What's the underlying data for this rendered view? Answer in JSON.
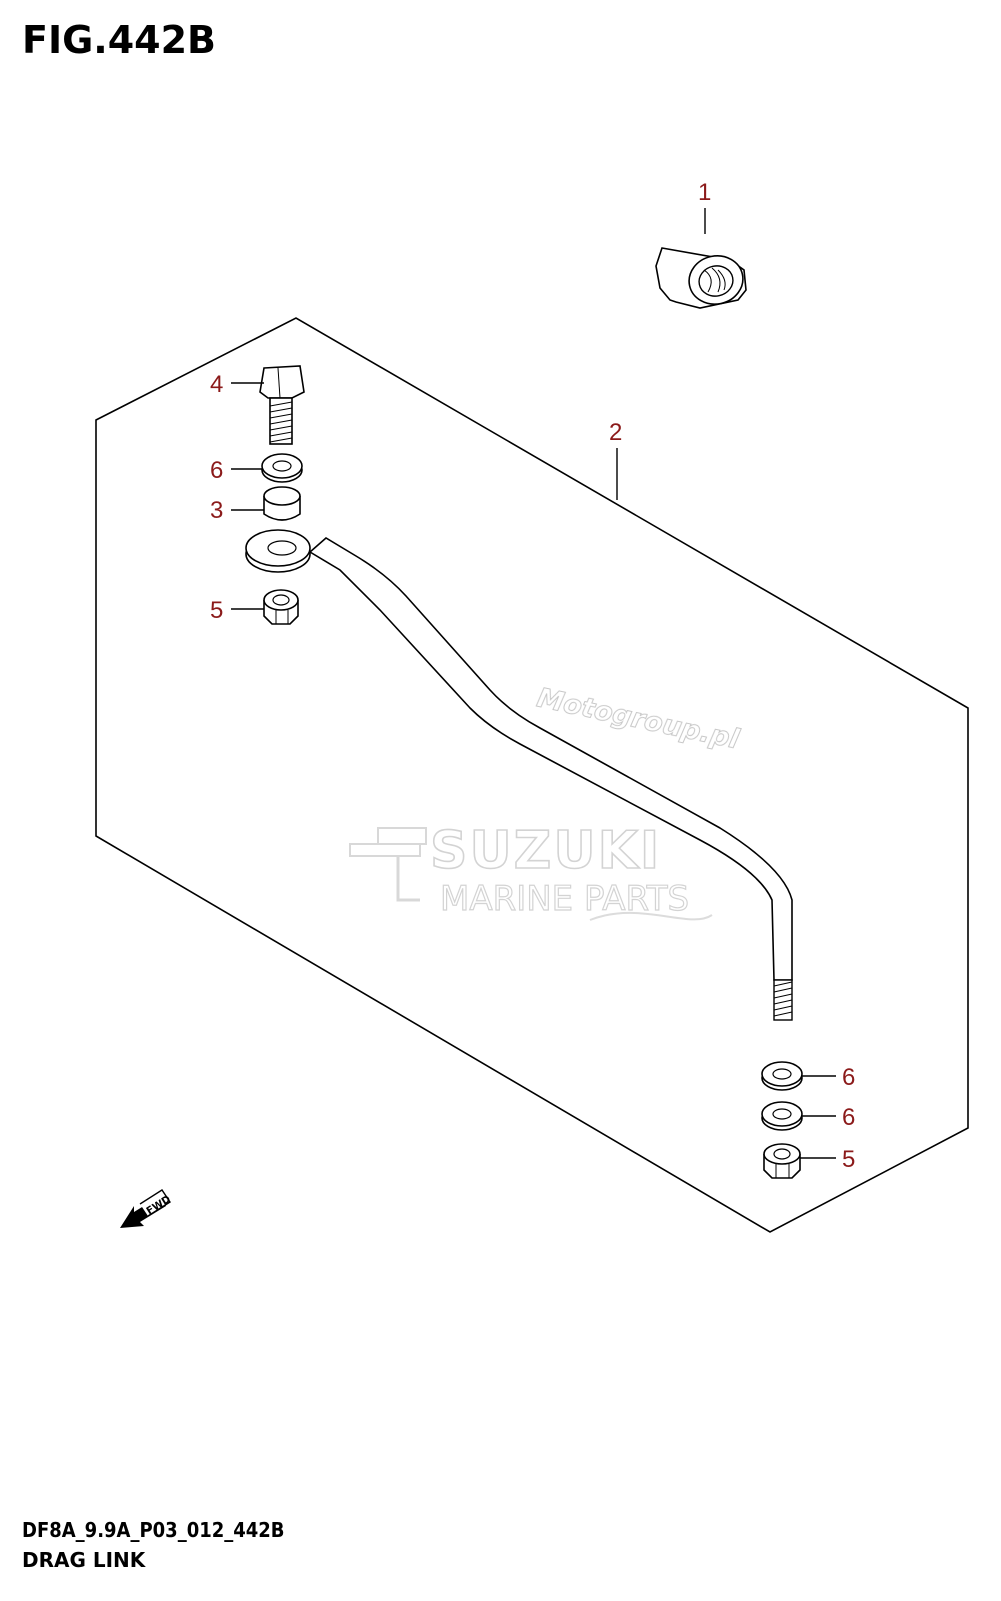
{
  "figure": {
    "title": "FIG.442B",
    "code": "DF8A_9.9A_P03_012_442B",
    "name": "DRAG LINK"
  },
  "callouts": [
    {
      "id": "1",
      "label": "1"
    },
    {
      "id": "2",
      "label": "2"
    },
    {
      "id": "3",
      "label": "3"
    },
    {
      "id": "4",
      "label": "4"
    },
    {
      "id": "5a",
      "label": "5"
    },
    {
      "id": "6a",
      "label": "6"
    },
    {
      "id": "6b",
      "label": "6"
    },
    {
      "id": "6c",
      "label": "6"
    },
    {
      "id": "5b",
      "label": "5"
    }
  ],
  "direction_marker": {
    "label": "FWD"
  },
  "watermarks": {
    "site": "Motogroup.pl",
    "brand_line1": "SUZUKI",
    "brand_line2": "MARINE PARTS"
  },
  "colors": {
    "callout": "#8b1a1a",
    "line": "#000000",
    "watermark": "#c8c8c8"
  }
}
